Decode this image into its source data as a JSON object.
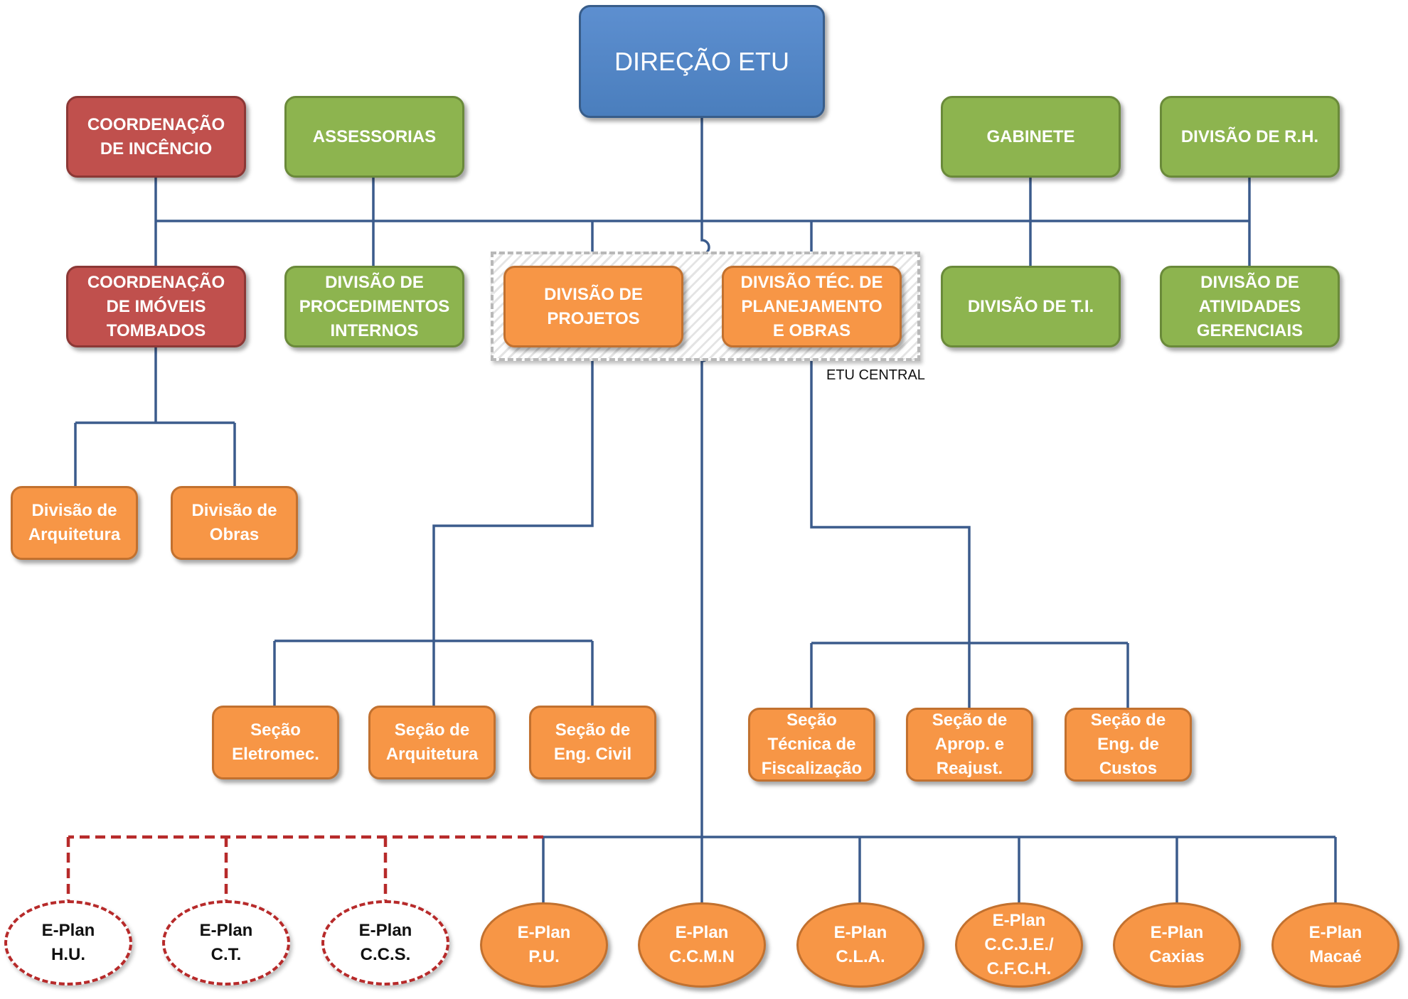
{
  "chart": {
    "direcao": "DIREÇÃO ETU",
    "coord_incendio": "COORDENAÇÃO\nDE INCÊNCIO",
    "assessorias": "ASSESSORIAS",
    "gabinete": "GABINETE",
    "div_rh": "DIVISÃO DE R.H.",
    "coord_imoveis": "COORDENAÇÃO\nDE IMÓVEIS\nTOMBADOS",
    "div_procedimentos": "DIVISÃO DE\nPROCEDIMENTOS\nINTERNOS",
    "div_projetos": "DIVISÃO DE\nPROJETOS",
    "div_tec_planejamento": "DIVISÃO TÉC. DE\nPLANEJAMENTO\nE OBRAS",
    "div_ti": "DIVISÃO DE T.I.",
    "div_atividades": "DIVISÃO DE\nATIVIDADES\nGERENCIAIS",
    "etu_central": "ETU CENTRAL",
    "div_arquitetura": "Divisão de\nArquitetura",
    "div_obras": "Divisão de\nObras",
    "sec_eletromec": "Seção\nEletromec.",
    "sec_arquitetura": "Seção de\nArquitetura",
    "sec_eng_civil": "Seção de\nEng. Civil",
    "sec_fiscalizacao": "Seção\nTécnica de\nFiscalização",
    "sec_aprop": "Seção de\nAprop. e\nReajust.",
    "sec_custos": "Seção de\nEng. de\nCustos",
    "eplan_hu": "E-Plan\nH.U.",
    "eplan_ct": "E-Plan\nC.T.",
    "eplan_ccs": "E-Plan\nC.C.S.",
    "eplan_pu": "E-Plan\nP.U.",
    "eplan_ccmn": "E-Plan\nC.C.M.N",
    "eplan_cla": "E-Plan\nC.L.A.",
    "eplan_ccje": "E-Plan\nC.C.J.E./\nC.F.C.H.",
    "eplan_caxias": "E-Plan\nCaxias",
    "eplan_macae": "E-Plan\nMacaé"
  },
  "colors": {
    "blue": "#4f81bd",
    "red": "#c0504d",
    "green": "#9bbb59",
    "orange": "#f79646",
    "line": "#3b5b8c",
    "dashed_link": "#b72a2a"
  }
}
